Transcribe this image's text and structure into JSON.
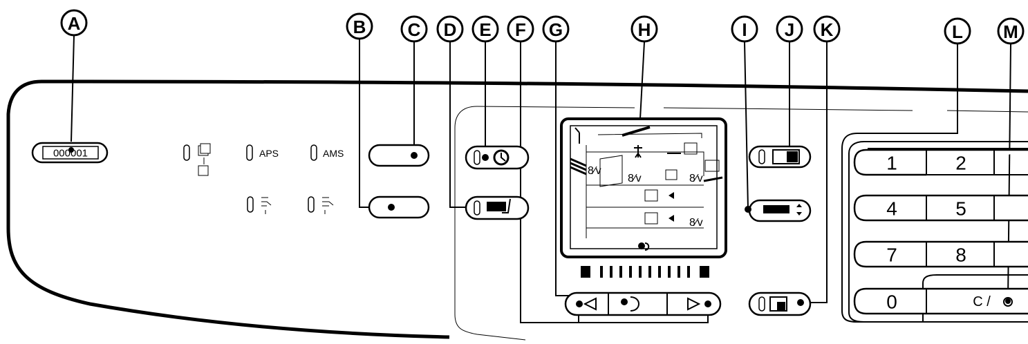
{
  "callouts": [
    "A",
    "B",
    "C",
    "D",
    "E",
    "F",
    "G",
    "H",
    "I",
    "J",
    "K",
    "L",
    "M"
  ],
  "counter": {
    "value": "000001"
  },
  "indicators": {
    "aps": "APS",
    "ams": "AMS"
  },
  "keypad": {
    "keys": [
      "1",
      "2",
      "4",
      "5",
      "7",
      "8",
      "0"
    ],
    "clear_label": "C / "
  },
  "icons": {
    "sort": "sort-icon",
    "staple_sort": "staple-sort-icon",
    "duplex": "duplex-icon",
    "timer": "timer-icon",
    "interrupt": "interrupt-icon",
    "auto_exposure": "auto-exposure-icon",
    "lighter": "lighter-arrow-icon",
    "darker": "darker-arrow-icon",
    "image_mode": "image-mode-icon",
    "paper_select": "paper-select-icon",
    "reset": "reset-icon",
    "wrench": "wrench-icon",
    "stop": "stop-icon"
  }
}
